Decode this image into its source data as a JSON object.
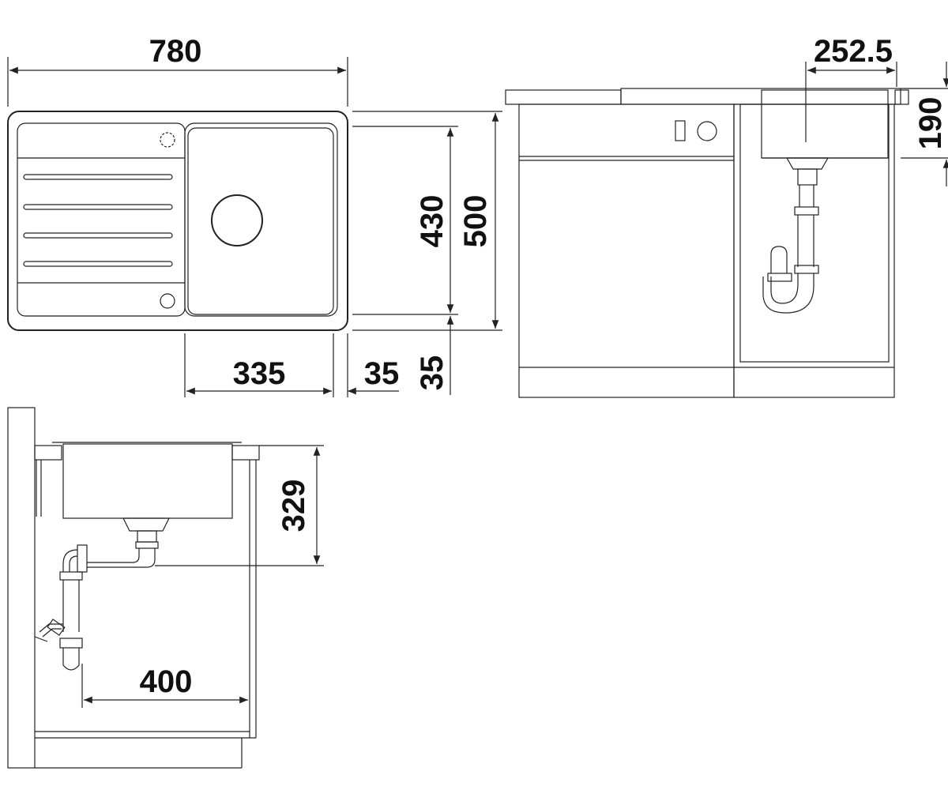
{
  "dimensions": {
    "top_width": "780",
    "bowl_depth_overall": "430",
    "sink_depth_overall": "500",
    "bowl_width": "335",
    "edge_right": "35",
    "edge_bottom": "35",
    "bowl_offset_side": "252.5",
    "bowl_height_side": "190",
    "bowl_height_cabinet": "329",
    "drain_offset": "400"
  },
  "colors": {
    "line": "#222222",
    "fill_light": "#f4f4f4",
    "hatch": "#555555"
  }
}
